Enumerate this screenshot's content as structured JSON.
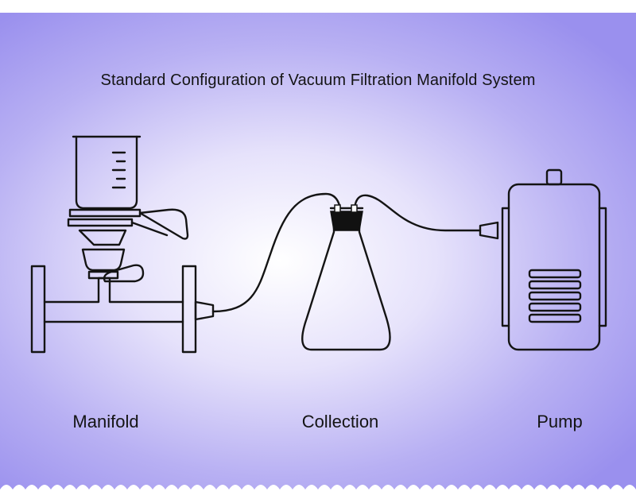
{
  "diagram": {
    "title": "Standard Configuration of Vacuum Filtration Manifold System",
    "labels": {
      "manifold": "Manifold",
      "collection": "Collection",
      "pump": "Pump"
    },
    "colors": {
      "background_edge": "#9a90ee",
      "background_center": "#ffffff",
      "stroke": "#141414",
      "stopper": "#111111"
    }
  }
}
